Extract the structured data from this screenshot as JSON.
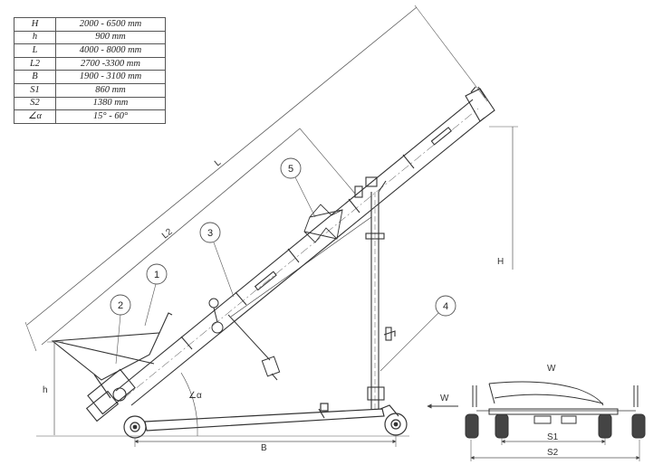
{
  "spec_table": {
    "rows": [
      {
        "param": "H",
        "value": "2000 - 6500 mm"
      },
      {
        "param": "h",
        "value": "900 mm"
      },
      {
        "param": "L",
        "value": "4000 - 8000 mm"
      },
      {
        "param": "L2",
        "value": "2700 -3300 mm"
      },
      {
        "param": "B",
        "value": "1900 - 3100 mm"
      },
      {
        "param": "S1",
        "value": "860 mm"
      },
      {
        "param": "S2",
        "value": "1380 mm"
      },
      {
        "param": "∠α",
        "value": "15° - 60°"
      }
    ]
  },
  "dimension_labels": {
    "L": "L",
    "L2": "L2",
    "H": "H",
    "h": "h",
    "B": "B",
    "alpha": "∠α",
    "W_front": "W",
    "W_rear": "W",
    "S1": "S1",
    "S2": "S2"
  },
  "callouts": [
    "1",
    "2",
    "3",
    "4",
    "5"
  ],
  "colors": {
    "line": "#333333",
    "dim": "#555555"
  }
}
